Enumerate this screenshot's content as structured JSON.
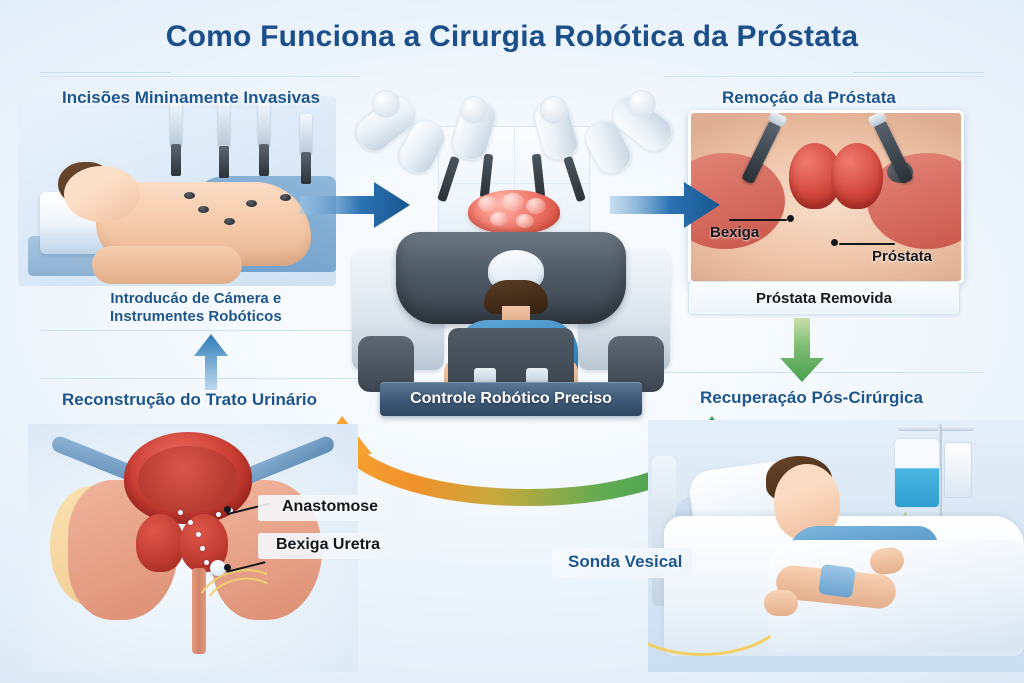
{
  "infographic": {
    "title": "Como Funciona a Cirurgia Robótica da Próstata",
    "language": "pt-BR",
    "type": "medical-process-flow",
    "colors": {
      "title_blue": "#1c4e8a",
      "label_blue": "#1d558f",
      "background": "#e9f2fa",
      "arrow_blue": "#1f6bb0",
      "arrow_green": "#4da14f",
      "arrow_orange": "#f2922c",
      "console_bar": "#3f5b79",
      "tissue_red": "#d0453a"
    }
  },
  "steps": [
    {
      "id": "step-1",
      "label": "Incisões Mininamente Invasivas",
      "position": "top-left",
      "scene": "patient-on-operating-table-with-trocars"
    },
    {
      "id": "step-2",
      "label": "Introducáo de Cámera e\nInstrumentes Robóticos",
      "position": "mid-left",
      "scene": "robotic-instrument-introduction"
    },
    {
      "id": "step-3",
      "label": "Remoçáo da Próstata",
      "position": "top-right",
      "scene": "prostate-removal-closeup",
      "caption": "Próstata Removida",
      "annotations": [
        {
          "id": "anno-bexiga",
          "text": "Bexiga"
        },
        {
          "id": "anno-prostata",
          "text": "Próstata"
        }
      ]
    },
    {
      "id": "step-4",
      "label": "Reconstrução do Trato Urinário",
      "position": "bottom-left",
      "scene": "urinary-tract-reconstruction",
      "annotations": [
        {
          "id": "anno-anastomose",
          "text": "Anastomose"
        },
        {
          "id": "anno-bexiga-uretra",
          "text": "Bexiga  Uretra"
        }
      ]
    },
    {
      "id": "step-5",
      "label": "Recuperaçáo Pós-Cirúrgica",
      "position": "bottom-right",
      "scene": "post-surgical-recovery-hospital-bed",
      "annotations": [
        {
          "id": "anno-sonda",
          "text": "Sonda Vesical"
        }
      ]
    }
  ],
  "center": {
    "label": "Controle Robótico Preciso",
    "scene": "surgeon-at-robotic-console",
    "robotic_arms_count": 4
  },
  "arrows": [
    {
      "id": "arrow-left-to-center",
      "direction": "right",
      "color": "#1f6bb0"
    },
    {
      "id": "arrow-center-to-right",
      "direction": "right",
      "color": "#1f6bb0"
    },
    {
      "id": "arrow-removal-to-recovery",
      "direction": "down",
      "color": "#4da14f"
    },
    {
      "id": "arrow-incision-to-introduction",
      "direction": "up",
      "color": "#2f7cb8"
    },
    {
      "id": "arrow-recovery-to-reconstruction",
      "direction": "curved-left",
      "color": "#f2922c"
    },
    {
      "id": "arrow-console-to-recovery",
      "direction": "curved-right",
      "color": "#4da14f"
    }
  ]
}
